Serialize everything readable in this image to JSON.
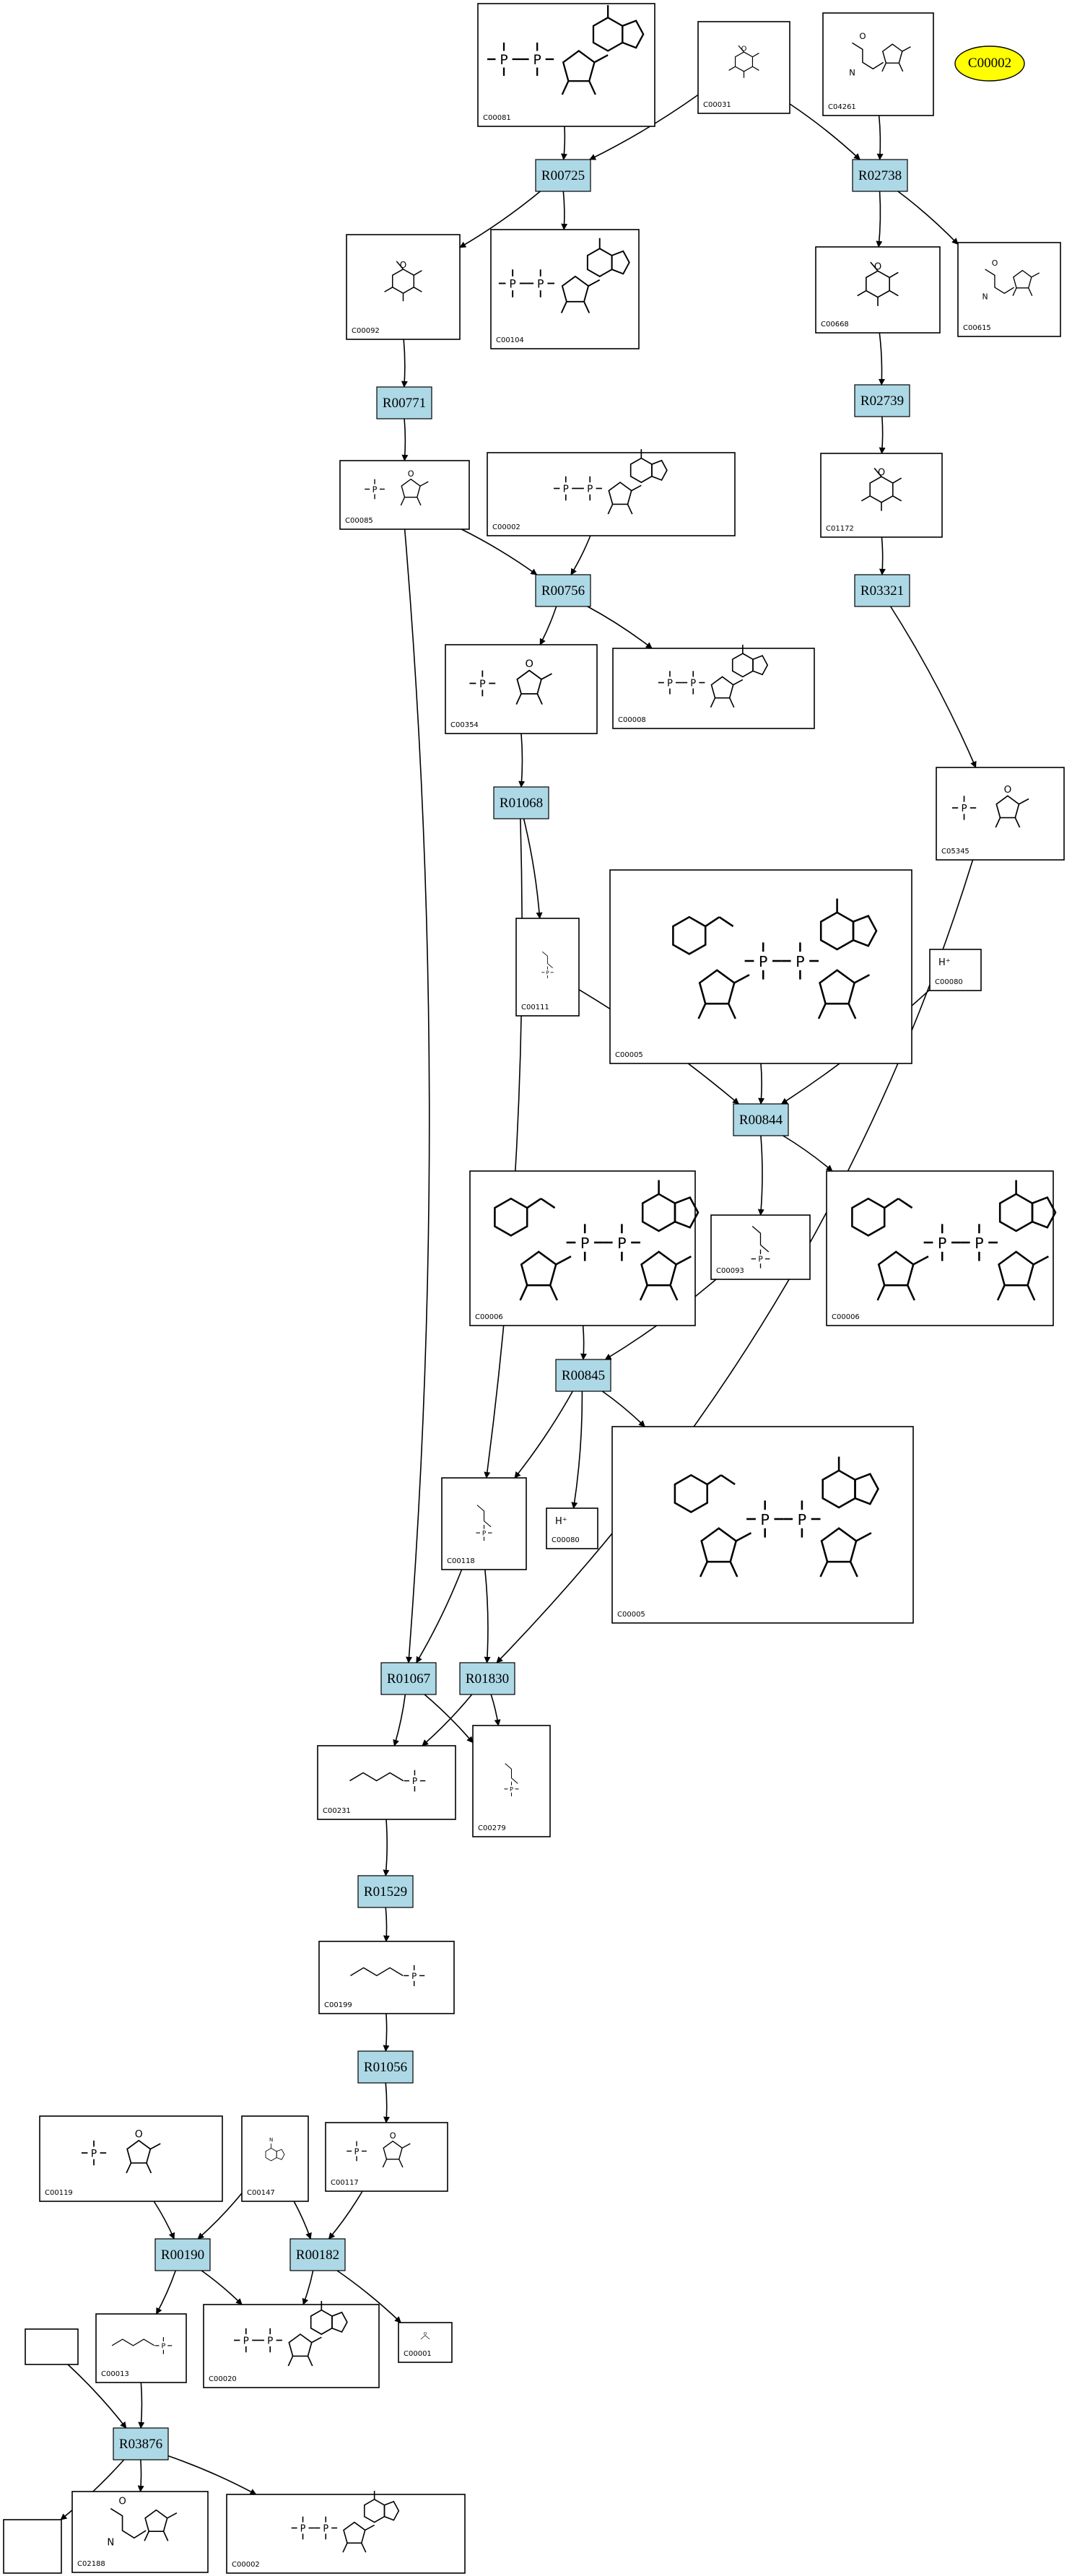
{
  "legend": {
    "label": "C00002"
  },
  "reactions": [
    {
      "id": "R00725"
    },
    {
      "id": "R02738"
    },
    {
      "id": "R00771"
    },
    {
      "id": "R02739"
    },
    {
      "id": "R00756"
    },
    {
      "id": "R03321"
    },
    {
      "id": "R01068"
    },
    {
      "id": "R00844"
    },
    {
      "id": "R00845"
    },
    {
      "id": "R01067"
    },
    {
      "id": "R01830"
    },
    {
      "id": "R01529"
    },
    {
      "id": "R01056"
    },
    {
      "id": "R00190"
    },
    {
      "id": "R00182"
    },
    {
      "id": "R03876"
    }
  ],
  "compounds": [
    {
      "id": "C00081",
      "struct": "nucleotide"
    },
    {
      "id": "C00031",
      "struct": "pyranose"
    },
    {
      "id": "C04261",
      "struct": "peptide"
    },
    {
      "id": "C00092",
      "struct": "pyranose"
    },
    {
      "id": "C00104",
      "struct": "nucleotide"
    },
    {
      "id": "C00668",
      "struct": "pyranose"
    },
    {
      "id": "C00615",
      "struct": "peptide"
    },
    {
      "id": "C00085",
      "struct": "furanose"
    },
    {
      "id": "C00002",
      "struct": "nucleotide"
    },
    {
      "id": "C01172",
      "struct": "pyranose"
    },
    {
      "id": "C00354",
      "struct": "furanose"
    },
    {
      "id": "C00008",
      "struct": "nucleotide"
    },
    {
      "id": "C05345",
      "struct": "furanose"
    },
    {
      "id": "C00111",
      "struct": "small"
    },
    {
      "id": "C00005",
      "struct": "nad"
    },
    {
      "id": "C00080",
      "struct": "proton",
      "label": "H⁺"
    },
    {
      "id": "C00006",
      "struct": "nad"
    },
    {
      "id": "C00093",
      "struct": "small"
    },
    {
      "id": "C00006",
      "struct": "nad"
    },
    {
      "id": "C00118",
      "struct": "small"
    },
    {
      "id": "C00080",
      "struct": "proton",
      "label": "H⁺"
    },
    {
      "id": "C00005",
      "struct": "nad"
    },
    {
      "id": "C00231",
      "struct": "chain"
    },
    {
      "id": "C00279",
      "struct": "small"
    },
    {
      "id": "C00199",
      "struct": "chain"
    },
    {
      "id": "C00119",
      "struct": "furanose"
    },
    {
      "id": "C00147",
      "struct": "purine"
    },
    {
      "id": "C00117",
      "struct": "furanose"
    },
    {
      "id": "C00013",
      "struct": "chain"
    },
    {
      "id": "C00020",
      "struct": "nucleotide"
    },
    {
      "id": "C00001",
      "struct": "water"
    },
    {
      "id": "",
      "struct": "empty"
    },
    {
      "id": "",
      "struct": "empty"
    },
    {
      "id": "C02188",
      "struct": "peptide"
    },
    {
      "id": "C00002",
      "struct": "nucleotide"
    }
  ]
}
